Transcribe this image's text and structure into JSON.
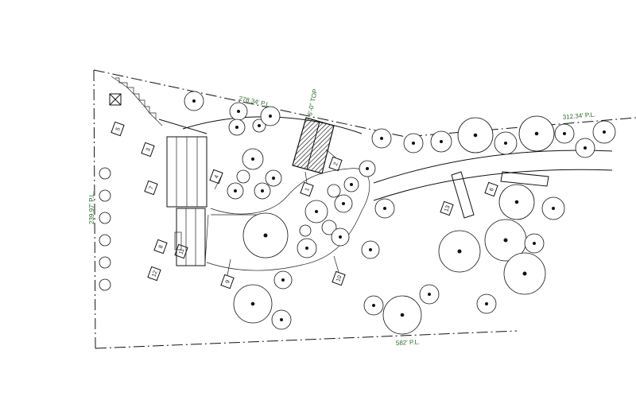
{
  "property_lines": {
    "north_left": "278.34' P.L.",
    "north_right": "312.34' P.L.",
    "west": "239.97' P.L.",
    "south": "582' P.L."
  },
  "building_label": "6'-0\" TOP",
  "keynotes": [
    "1",
    "2",
    "3",
    "4",
    "5",
    "6",
    "7",
    "8",
    "9",
    "10",
    "11",
    "12",
    "13"
  ],
  "colors": {
    "linework": "#111111",
    "dimension_text": "#2a6b2a",
    "background": "#ffffff"
  }
}
